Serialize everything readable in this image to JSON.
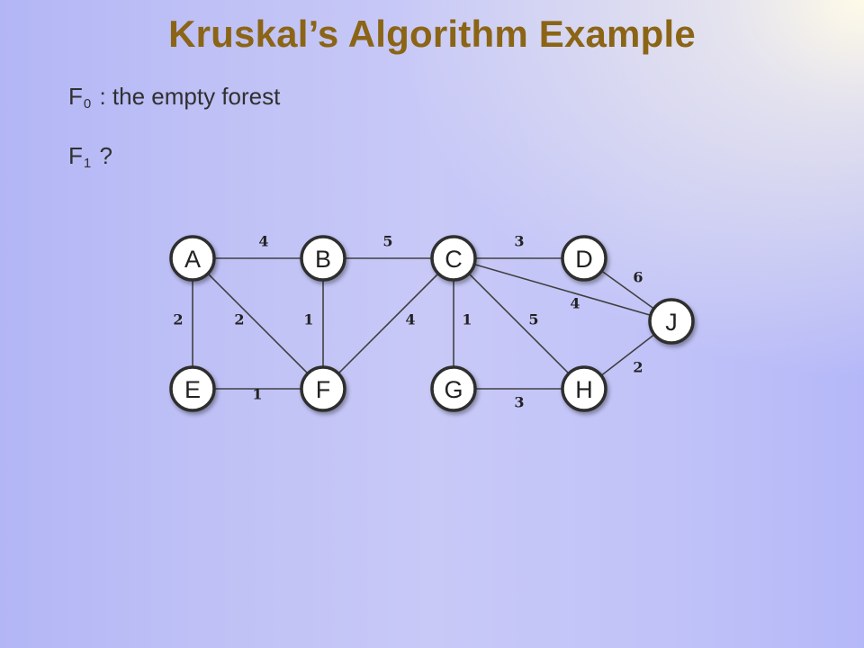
{
  "slide": {
    "title": "Kruskal’s Algorithm Example",
    "line1": {
      "prefix": "F",
      "sub": "0",
      "rest": " : the empty forest"
    },
    "line2": {
      "prefix": "F",
      "sub": "1",
      "rest": " ?"
    },
    "title_color": "#8b6515"
  },
  "graph": {
    "nodes": [
      {
        "id": "A",
        "label": "A"
      },
      {
        "id": "B",
        "label": "B"
      },
      {
        "id": "C",
        "label": "C"
      },
      {
        "id": "D",
        "label": "D"
      },
      {
        "id": "J",
        "label": "J"
      },
      {
        "id": "E",
        "label": "E"
      },
      {
        "id": "F",
        "label": "F"
      },
      {
        "id": "G",
        "label": "G"
      },
      {
        "id": "H",
        "label": "H"
      }
    ],
    "edges": [
      {
        "from": "A",
        "to": "B",
        "weight": "4"
      },
      {
        "from": "B",
        "to": "C",
        "weight": "5"
      },
      {
        "from": "C",
        "to": "D",
        "weight": "3"
      },
      {
        "from": "D",
        "to": "J",
        "weight": "6"
      },
      {
        "from": "C",
        "to": "J",
        "weight": "4"
      },
      {
        "from": "A",
        "to": "E",
        "weight": "2"
      },
      {
        "from": "A",
        "to": "F",
        "weight": "2"
      },
      {
        "from": "B",
        "to": "F",
        "weight": "1"
      },
      {
        "from": "C",
        "to": "F",
        "weight": "4"
      },
      {
        "from": "C",
        "to": "G",
        "weight": "1"
      },
      {
        "from": "C",
        "to": "H",
        "weight": "5"
      },
      {
        "from": "E",
        "to": "F",
        "weight": "1"
      },
      {
        "from": "G",
        "to": "H",
        "weight": "3"
      },
      {
        "from": "H",
        "to": "J",
        "weight": "2"
      }
    ]
  }
}
